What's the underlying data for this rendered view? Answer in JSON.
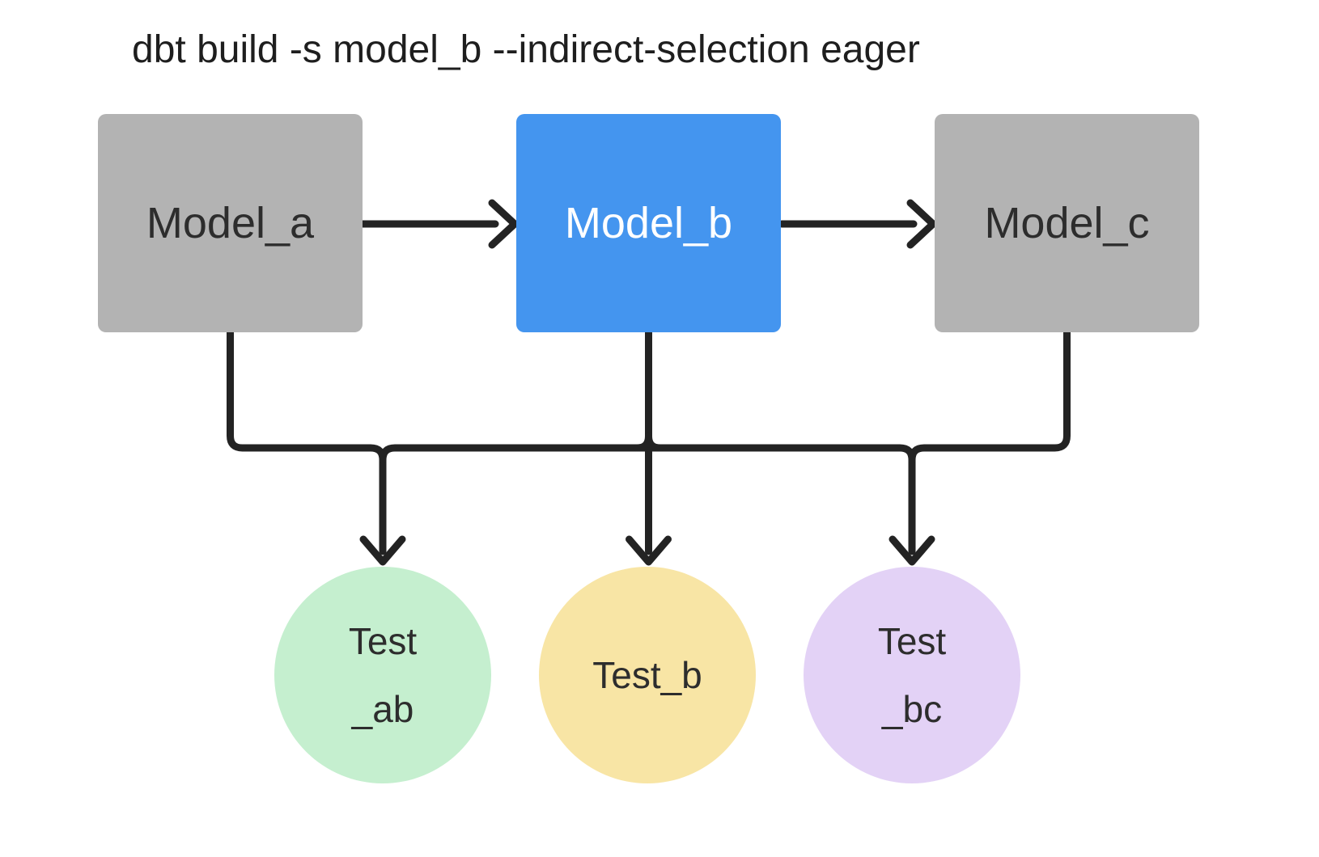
{
  "title": "dbt build -s model_b --indirect-selection eager",
  "connector_color": "#232323",
  "models": {
    "a": {
      "label": "Model_a",
      "fill": "#B3B3B3",
      "text_color": "#2D2D2D",
      "selected": false
    },
    "b": {
      "label": "Model_b",
      "fill": "#4495EF",
      "text_color": "#FFFFFF",
      "selected": true
    },
    "c": {
      "label": "Model_c",
      "fill": "#B3B3B3",
      "text_color": "#2D2D2D",
      "selected": false
    }
  },
  "tests": {
    "ab": {
      "line1": "Test",
      "line2": "_ab",
      "fill": "#C5EFCF",
      "text_color": "#2D2D2D"
    },
    "b": {
      "line1": "Test_b",
      "fill": "#F8E5A5",
      "text_color": "#2D2D2D"
    },
    "bc": {
      "line1": "Test",
      "line2": "_bc",
      "fill": "#E3D2F6",
      "text_color": "#2D2D2D"
    }
  }
}
